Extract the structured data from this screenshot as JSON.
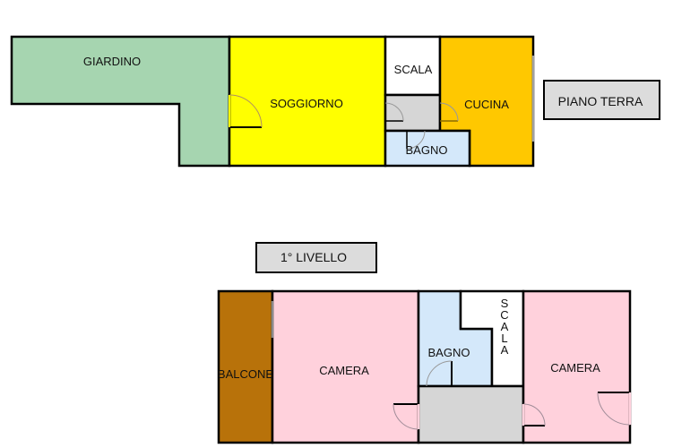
{
  "colors": {
    "giardino": "#a6d5b0",
    "soggiorno": "#ffff00",
    "scala": "#ffffff",
    "disimpegno": "#d6d6d6",
    "bagno": "#d4e8fa",
    "cucina": "#ffc800",
    "camera": "#ffd1dc",
    "balcone": "#b8720a",
    "label_box": "#dcdcdc",
    "wall": "#000000",
    "door_arc": "#a09080"
  },
  "ground_floor": {
    "label": "PIANO TERRA",
    "rooms": {
      "giardino": "GIARDINO",
      "soggiorno": "SOGGIORNO",
      "scala": "SCALA",
      "cucina": "CUCINA",
      "bagno": "BAGNO"
    }
  },
  "first_floor": {
    "label": "1° LIVELLO",
    "rooms": {
      "balcone": "BALCONE",
      "camera_left": "CAMERA",
      "bagno": "BAGNO",
      "scala": "S C A L A",
      "camera_right": "CAMERA"
    }
  }
}
